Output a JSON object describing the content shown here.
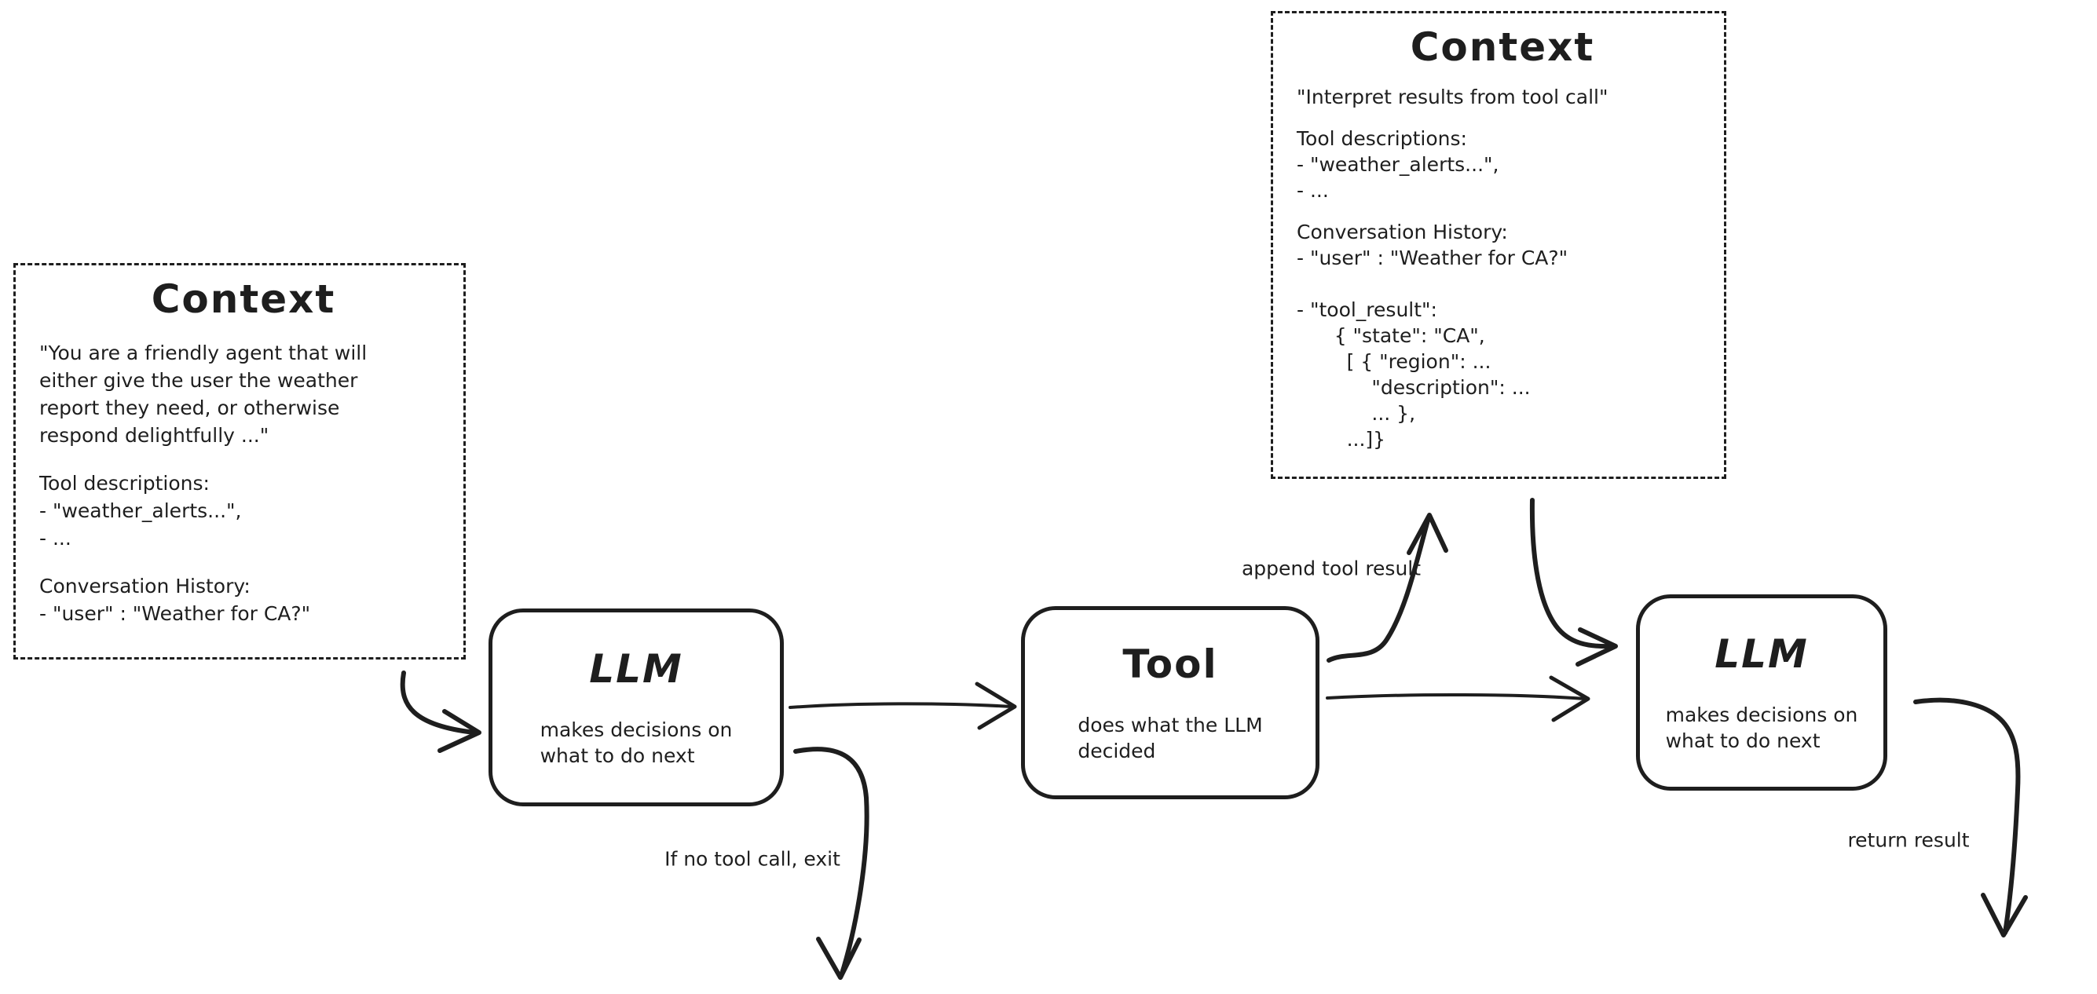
{
  "diagram": {
    "background": "#ffffff",
    "stroke_color": "#1e1e1e"
  },
  "context_left": {
    "title": "Context",
    "system_prompt": "\"You are a friendly agent that will\neither give the user the weather\nreport they need, or otherwise\nrespond delightfully ...\"",
    "tool_descriptions": "Tool descriptions:\n- \"weather_alerts...\",\n- ...",
    "conversation_history": "Conversation History:\n- \"user\" : \"Weather for CA?\""
  },
  "context_right": {
    "title": "Context",
    "instruction": "\"Interpret results from tool call\"",
    "tool_descriptions": "Tool descriptions:\n- \"weather_alerts...\",\n- ...",
    "conversation_history": "Conversation History:\n- \"user\" : \"Weather for CA?\"\n\n- \"tool_result\":\n      { \"state\": \"CA\",\n        [ { \"region\": ...\n            \"description\": ...\n            ... },\n        ...]}"
  },
  "nodes": {
    "llm1": {
      "title": "LLM",
      "subtitle": "makes decisions on\nwhat to do next"
    },
    "tool": {
      "title": "Tool",
      "subtitle": "does what the LLM\ndecided"
    },
    "llm2": {
      "title": "LLM",
      "subtitle": "makes decisions on\nwhat to do next"
    }
  },
  "labels": {
    "append_tool_result": "append tool result",
    "if_no_tool_call": "If no tool call, exit",
    "return_result": "return result"
  }
}
